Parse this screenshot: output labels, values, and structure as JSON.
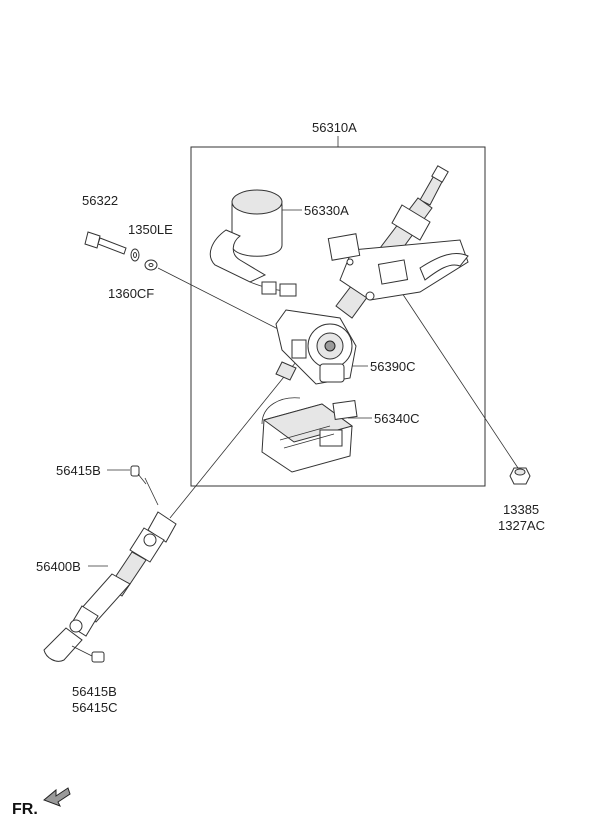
{
  "labels": {
    "assembly": "56310A",
    "motor": "56330A",
    "ecu": "56340C",
    "sensor": "56390C",
    "bolt": "56322",
    "washer_a": "1350LE",
    "washer_b": "1360CF",
    "nut_a": "13385",
    "nut_b": "1327AC",
    "upper_bolt": "56415B",
    "shaft": "56400B",
    "lower_bolt_a": "56415B",
    "lower_bolt_b": "56415C",
    "front": "FR."
  }
}
